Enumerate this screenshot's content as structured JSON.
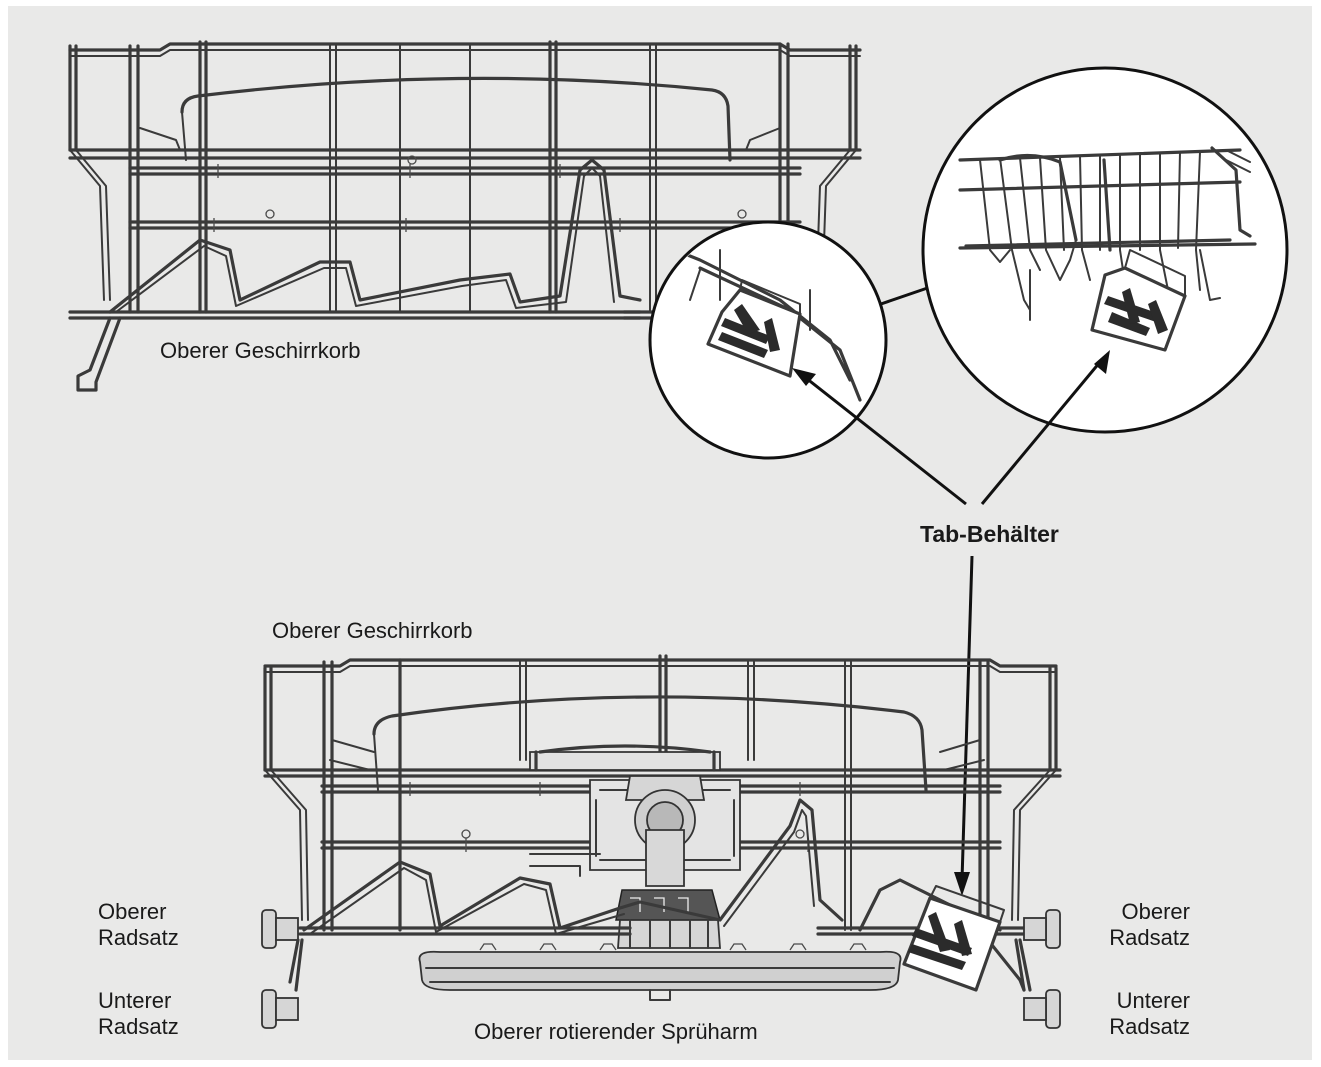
{
  "labels": {
    "top_basket": "Oberer Geschirrkorb",
    "bottom_basket": "Oberer Geschirrkorb",
    "tab_container": "Tab-Behälter",
    "upper_wheels_left_1": "Oberer",
    "upper_wheels_left_2": "Radsatz",
    "lower_wheels_left_1": "Unterer",
    "lower_wheels_left_2": "Radsatz",
    "upper_wheels_right_1": "Oberer",
    "upper_wheels_right_2": "Radsatz",
    "lower_wheels_right_1": "Unterer",
    "lower_wheels_right_2": "Radsatz",
    "spray_arm": "Oberer rotierender Sprüharm"
  },
  "colors": {
    "background": "#e9e9e8",
    "line": "#3a3a3a",
    "arrow": "#111111",
    "detail_fill": "#ffffff"
  }
}
